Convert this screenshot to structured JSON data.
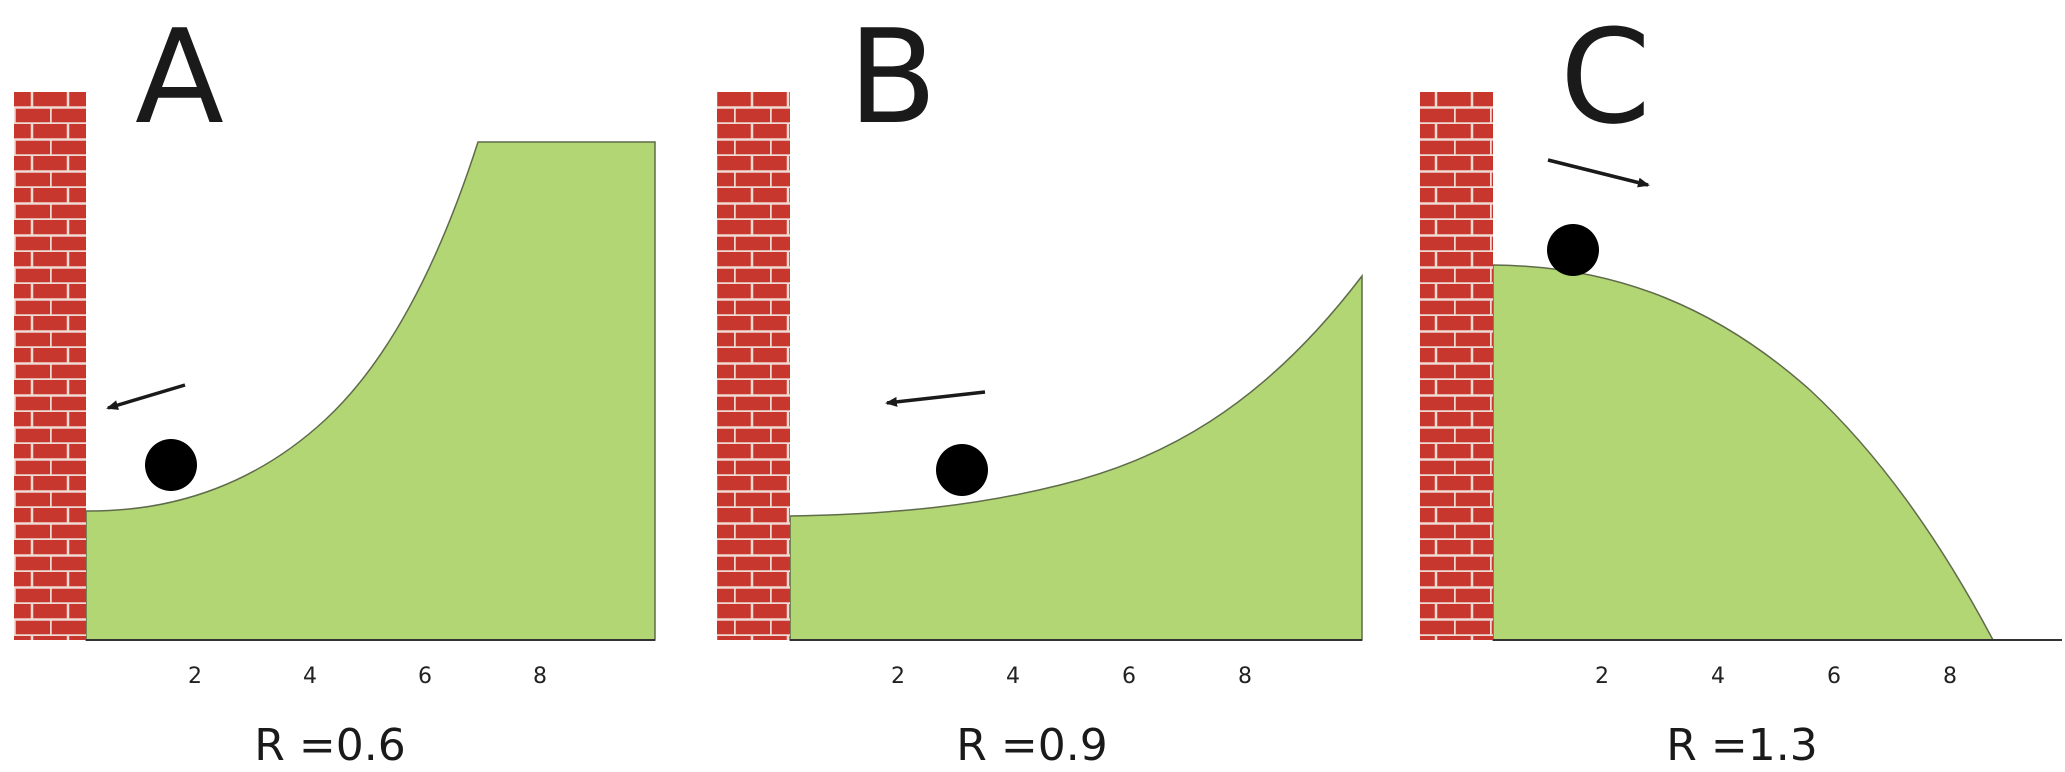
{
  "colors": {
    "terrain": "#b2d674",
    "terrain_edge": "#5f6b4a",
    "brick": "#c8372d",
    "mortar": "#f1d9d4",
    "ball": "#000000",
    "axis": "#333333"
  },
  "icons": {
    "wall": "brick-wall-icon",
    "ball": "ball-icon",
    "arrow": "direction-arrow-icon"
  },
  "panels": [
    {
      "id": "A",
      "letter": "A",
      "caption": "R =0.6",
      "ticks": [
        "2",
        "4",
        "6",
        "8"
      ],
      "ball_x": 1.5,
      "arrow_direction": "left"
    },
    {
      "id": "B",
      "letter": "B",
      "caption": "R =0.9",
      "ticks": [
        "2",
        "4",
        "6",
        "8"
      ],
      "ball_x": 3.0,
      "arrow_direction": "left"
    },
    {
      "id": "C",
      "letter": "C",
      "caption": "R =1.3",
      "ticks": [
        "2",
        "4",
        "6",
        "8"
      ],
      "ball_x": 1.4,
      "arrow_direction": "right"
    }
  ]
}
